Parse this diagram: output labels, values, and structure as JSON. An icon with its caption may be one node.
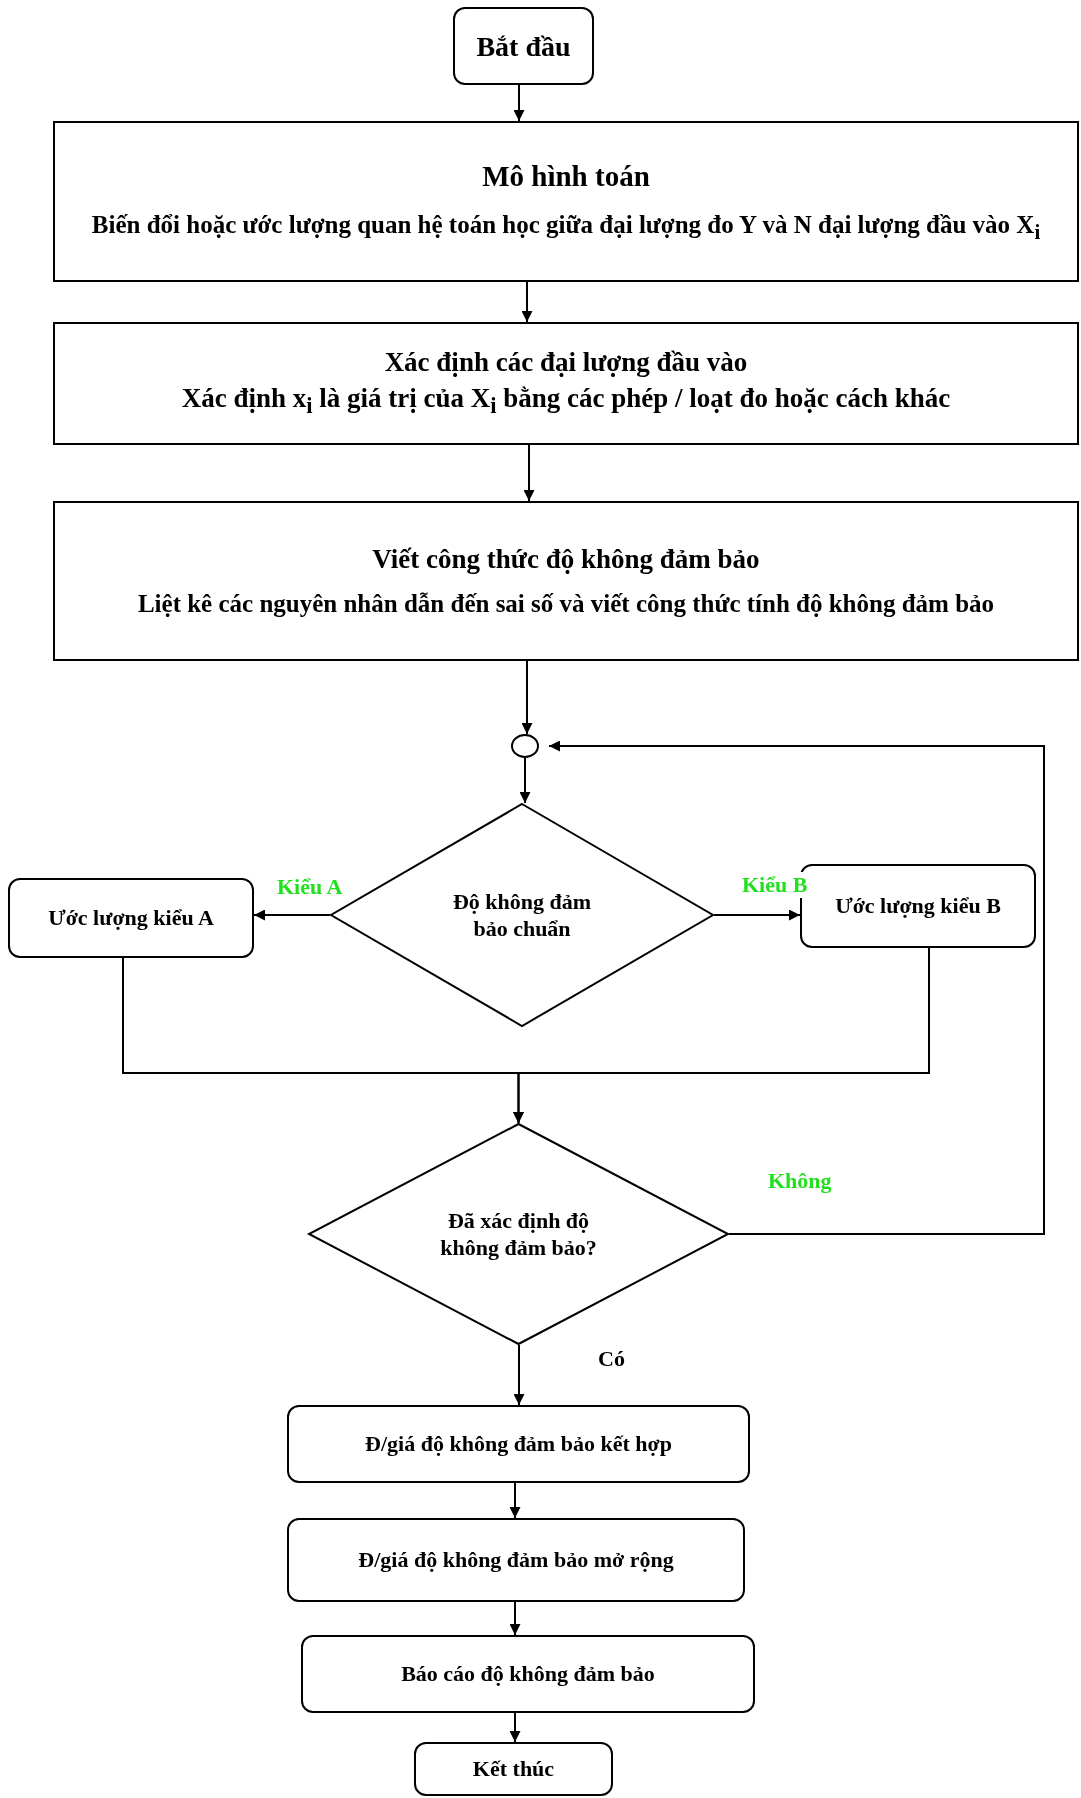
{
  "diagram": {
    "nodes": [
      {
        "text": [
          "Bắt đầu"
        ]
      },
      {
        "text": [
          "Mô hình toán",
          "Biến đổi hoặc ước lượng quan hệ toán học giữa đại lượng đo Y và N đại lượng đầu vào X$_{i}$"
        ]
      },
      {
        "text": [
          "Xác định các đại lượng đầu vào",
          "Xác định x$_{i}$ là giá trị của X$_{i}$ bằng các phép / loạt đo hoặc cách khác"
        ]
      },
      {
        "text": [
          "Viết công thức độ không đảm bảo",
          "Liệt kê các nguyên nhân dẫn đến sai số và viết công thức tính độ không đảm bảo"
        ]
      },
      {
        "text": [],
        "shape": "circle"
      },
      {
        "text": [
          "Độ không đảm bảo chuẩn"
        ]
      },
      {
        "text": [
          "Ước lượng kiểu A"
        ]
      },
      {
        "text": [
          "Ước lượng kiểu B"
        ]
      },
      {
        "text": [
          "Đã xác định độ không đảm bảo?"
        ]
      },
      {
        "text": [
          "Đ/giá độ không đảm bảo kết hợp"
        ]
      },
      {
        "text": [
          "Đ/giá độ không đảm bảo mở rộng"
        ]
      },
      {
        "text": [
          "Báo cáo độ không đảm bảo"
        ]
      },
      {
        "text": [
          "Kết thúc"
        ]
      }
    ],
    "edges": [
      {
        "from": 0,
        "to": 1,
        "arrow": "to"
      },
      {
        "from": 1,
        "to": 2,
        "arrow": "to"
      },
      {
        "from": 2,
        "to": 3,
        "arrow": "to"
      },
      {
        "from": 3,
        "to": 4,
        "arrow": "to"
      },
      {
        "from": 4,
        "to": 5,
        "arrow": "to"
      },
      {
        "from": 5,
        "to": 6,
        "arrow": "to",
        "label": "Kiểu A"
      },
      {
        "from": 5,
        "to": 7,
        "arrow": "to",
        "label": "Kiểu B"
      },
      {
        "from": 6,
        "to": 8,
        "arrow": "to"
      },
      {
        "from": 7,
        "to": 8,
        "arrow": "to"
      },
      {
        "from": 8,
        "to": 4,
        "arrow": "to",
        "label": "Không"
      },
      {
        "from": 8,
        "to": 9,
        "arrow": "to",
        "label": "Có"
      },
      {
        "from": 9,
        "to": 10,
        "arrow": "to"
      },
      {
        "from": 10,
        "to": 11,
        "arrow": "to"
      },
      {
        "from": 11,
        "to": 12,
        "arrow": "to"
      }
    ]
  }
}
